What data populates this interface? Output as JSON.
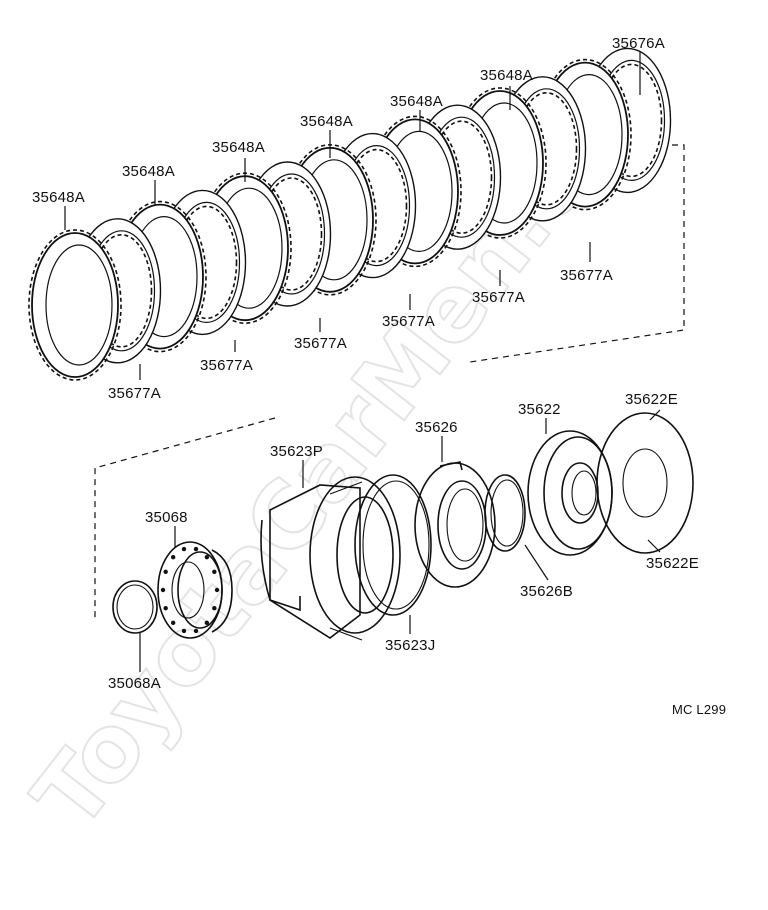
{
  "watermark": "ToyotaCarMen.u",
  "diagram_code": "MC  L299",
  "labels": {
    "p35676A": "35676A",
    "p35648A_1": "35648A",
    "p35648A_2": "35648A",
    "p35648A_3": "35648A",
    "p35648A_4": "35648A",
    "p35648A_5": "35648A",
    "p35648A_6": "35648A",
    "p35677A_1": "35677A",
    "p35677A_2": "35677A",
    "p35677A_3": "35677A",
    "p35677A_4": "35677A",
    "p35677A_5": "35677A",
    "p35677A_6": "35677A",
    "p35623P": "35623P",
    "p35626": "35626",
    "p35622": "35622",
    "p35622E_1": "35622E",
    "p35622E_2": "35622E",
    "p35068": "35068",
    "p35068A": "35068A",
    "p35626B": "35626B",
    "p35623J": "35623J"
  }
}
